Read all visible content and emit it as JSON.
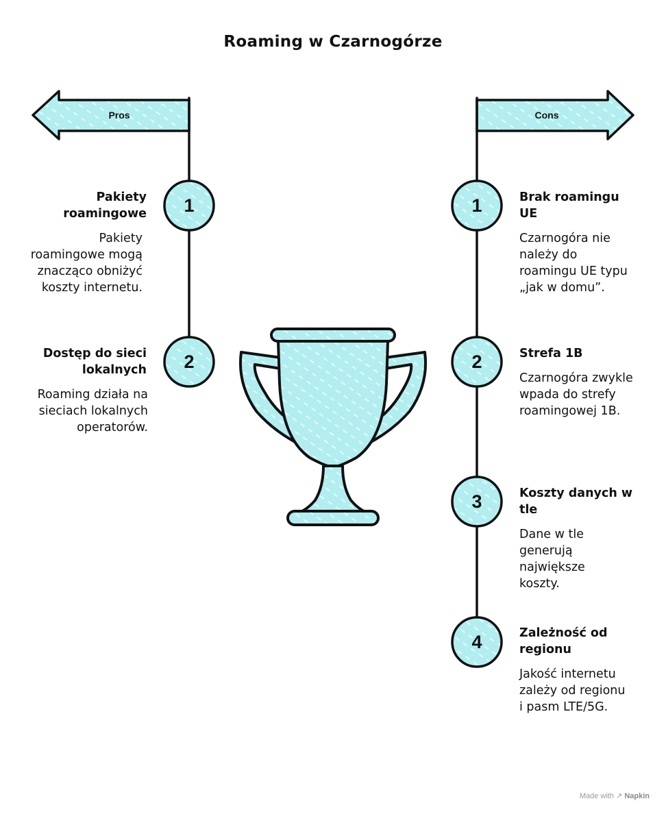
{
  "title": "Roaming w Czarnogórze",
  "colors": {
    "fill": "#b2eef0",
    "stroke": "#111111",
    "hatch": "#ffffff"
  },
  "pros": {
    "label": "Pros",
    "items": [
      {
        "number": "1",
        "title": "Pakiety roamingowe",
        "description": "Pakiety roamingowe mogą znacząco obniżyć koszty internetu."
      },
      {
        "number": "2",
        "title": "Dostęp do sieci lokalnych",
        "description": "Roaming działa na sieciach lokalnych operatorów."
      }
    ]
  },
  "cons": {
    "label": "Cons",
    "items": [
      {
        "number": "1",
        "title": "Brak roamingu UE",
        "description": "Czarnogóra nie należy do roamingu UE typu „jak w domu”."
      },
      {
        "number": "2",
        "title": "Strefa 1B",
        "description": "Czarnogóra zwykle wpada do strefy roamingowej 1B."
      },
      {
        "number": "3",
        "title": "Koszty danych w tle",
        "description": "Dane w tle generują największe koszty."
      },
      {
        "number": "4",
        "title": "Zależność od regionu",
        "description": "Jakość internetu zależy od regionu i pasm LTE/5G."
      }
    ]
  },
  "center_icon": "trophy-icon",
  "footer": {
    "made_with": "Made with",
    "brand": "Napkin"
  }
}
